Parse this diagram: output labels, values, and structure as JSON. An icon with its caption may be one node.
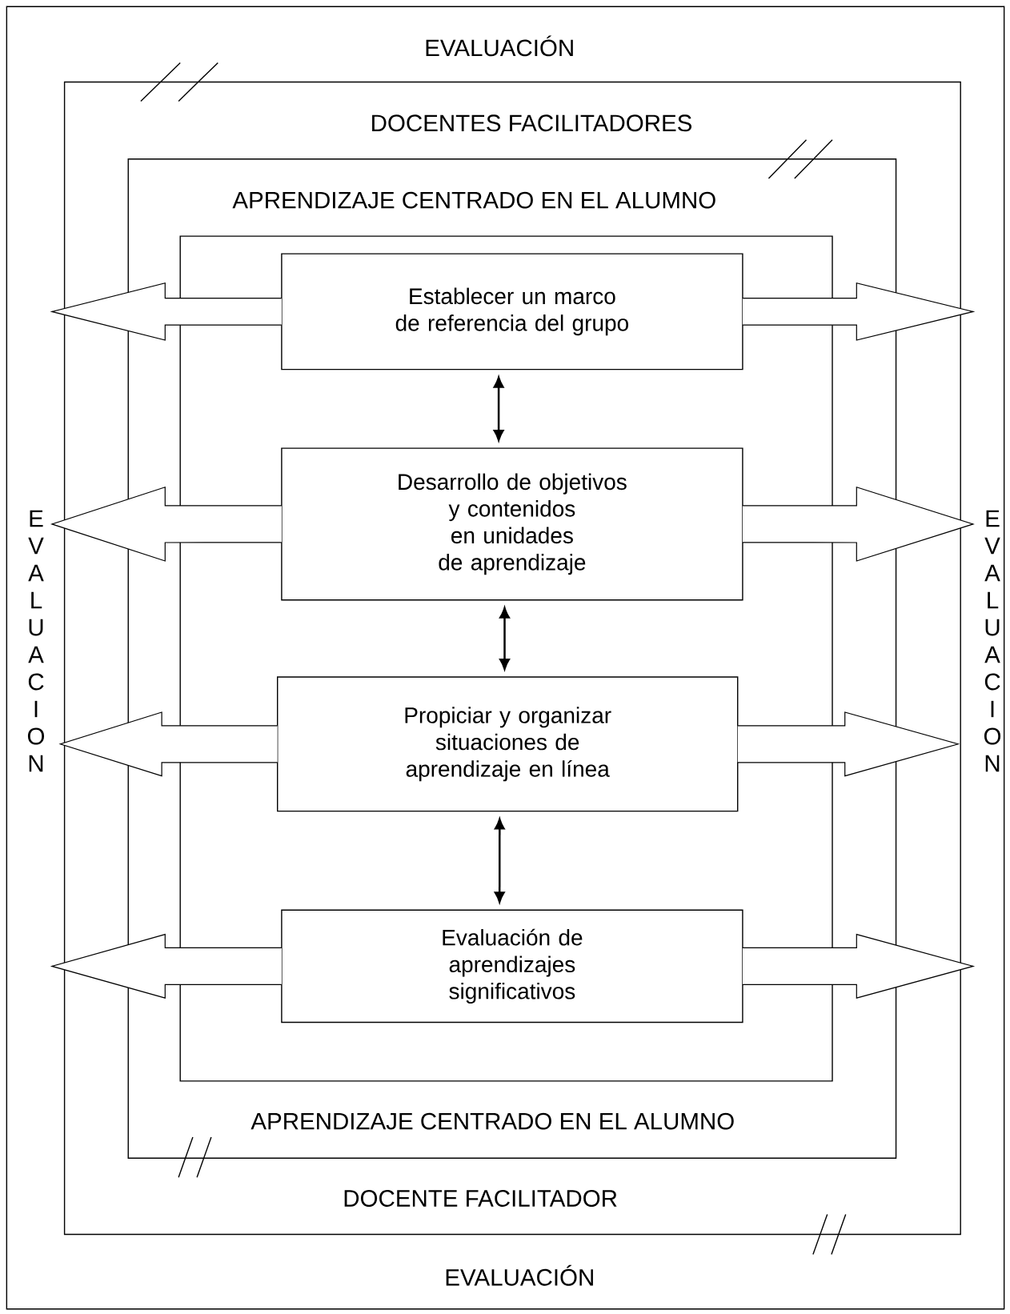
{
  "diagram": {
    "nodes": [
      {
        "text": [
          "EVALUACIÓN",
          "EVALUACION",
          "EVALUACION",
          "EVALUACIÓN"
        ]
      },
      {
        "text": [
          "DOCENTES FACILITADORES",
          "DOCENTE FACILITADOR"
        ],
        "in": 0
      },
      {
        "text": [
          "APRENDIZAJE CENTRADO EN EL ALUMNO",
          "APRENDIZAJE CENTRADO EN EL ALUMNO"
        ],
        "in": 1
      },
      {
        "text": [],
        "shape": "box",
        "in": 2
      },
      {
        "text": [
          "Establecer un marco de referencia del grupo"
        ],
        "in": 3
      },
      {
        "text": [
          "Desarrollo de objetivos y contenidos en unidades de aprendizaje"
        ],
        "in": 3
      },
      {
        "text": [
          "Propiciar y organizar situaciones de aprendizaje en línea"
        ],
        "in": 3
      },
      {
        "text": [
          "Evaluación de aprendizajes significativos"
        ],
        "in": 3
      }
    ],
    "edges": [
      {
        "from": 4,
        "to": null,
        "arrow": "to"
      },
      {
        "from": 4,
        "to": null,
        "arrow": "to"
      },
      {
        "from": 5,
        "to": null,
        "arrow": "to"
      },
      {
        "from": 5,
        "to": null,
        "arrow": "to"
      },
      {
        "from": 6,
        "to": null,
        "arrow": "to"
      },
      {
        "from": 6,
        "to": null,
        "arrow": "to"
      },
      {
        "from": 7,
        "to": null,
        "arrow": "to"
      },
      {
        "from": 7,
        "to": null,
        "arrow": "to"
      },
      {
        "from": 4,
        "to": 5,
        "arrow": "both"
      },
      {
        "from": 5,
        "to": 6,
        "arrow": "both"
      },
      {
        "from": 6,
        "to": 7,
        "arrow": "both"
      }
    ]
  }
}
